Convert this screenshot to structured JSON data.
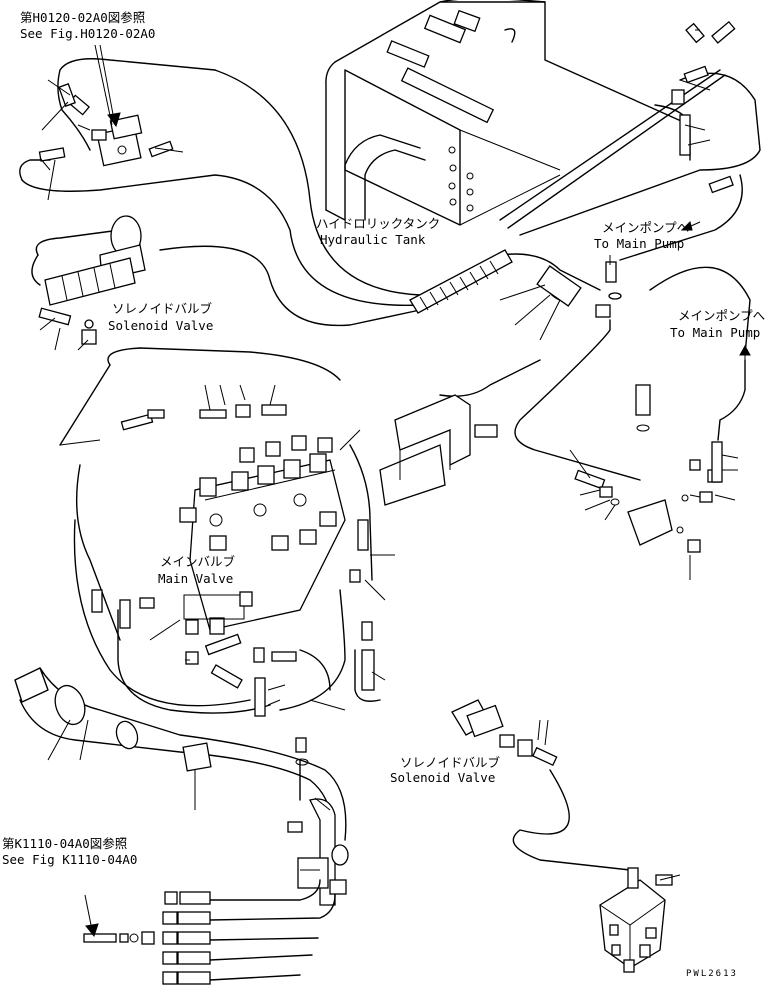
{
  "references": {
    "top": {
      "jp": "第H0120-02A0図参照",
      "en": "See Fig.H0120-02A0"
    },
    "bottom": {
      "jp": "第K1110-04A0図参照",
      "en": "See Fig K1110-04A0"
    }
  },
  "labels": {
    "hydraulic_tank": {
      "jp": "ハイドロリックタンク",
      "en": "Hydraulic Tank"
    },
    "main_pump_1": {
      "jp": "メインポンプへ",
      "en": "To Main Pump"
    },
    "main_pump_2": {
      "jp": "メインポンプへ",
      "en": "To Main Pump"
    },
    "solenoid_valve_1": {
      "jp": "ソレノイドバルブ",
      "en": "Solenoid Valve"
    },
    "main_valve": {
      "jp": "メインバルブ",
      "en": "Main Valve"
    },
    "solenoid_valve_2": {
      "jp": "ソレノイドバルブ",
      "en": "Solenoid Valve"
    }
  },
  "drawing_code": "PWL2613"
}
